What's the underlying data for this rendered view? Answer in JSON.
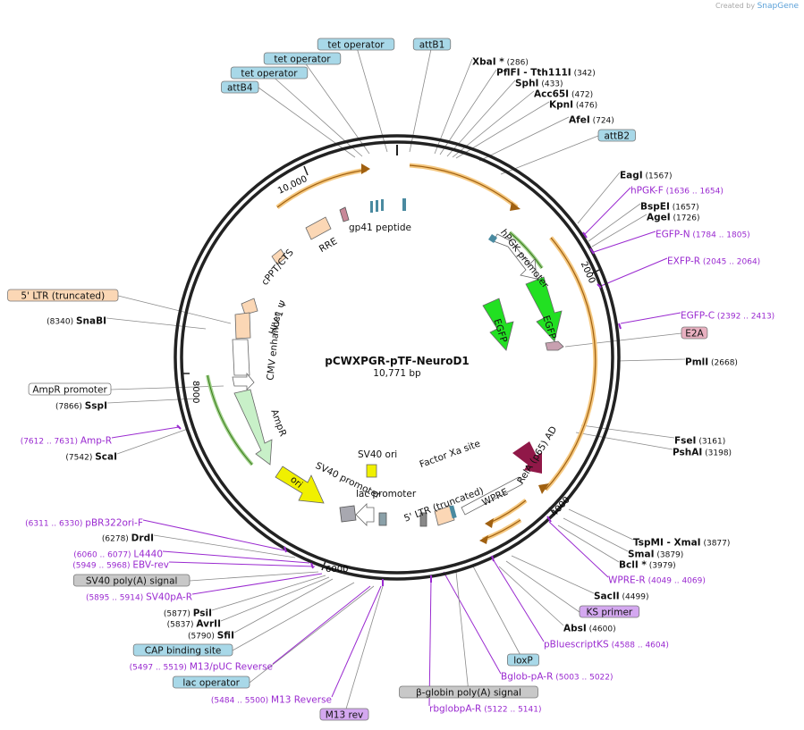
{
  "watermark": {
    "prefix": "Created by",
    "brand": "SnapGene"
  },
  "plasmid": {
    "name": "pCWXPGR-pTF-NeuroD1",
    "length": "10,771 bp"
  },
  "colors": {
    "backbone": "#222222",
    "enzyme_line": "#8a8a8a",
    "primer": "#9a2ad0",
    "feature_box_blue": "#a8d8e8",
    "feature_box_orange": "#fbd7b5",
    "feature_box_purple": "#d4a8f0",
    "feature_box_gray": "#c8c8c8",
    "feature_box_pink": "#e8b0c0",
    "egfp": "#22e022",
    "amp": "#c8f0c8",
    "ori": "#f0f000",
    "rela": "#901848",
    "lentiviral_arc": "#f5c880"
  },
  "ticks": [
    {
      "label": "10,000"
    },
    {
      "label": "2000"
    },
    {
      "label": "4000"
    },
    {
      "label": "6000"
    },
    {
      "label": "8000"
    }
  ],
  "labels": [
    {
      "text": "tet operator",
      "kind": "box",
      "fill": "#a8d8e8"
    },
    {
      "text": "attB1",
      "kind": "box",
      "fill": "#a8d8e8"
    },
    {
      "text": "tet operator",
      "kind": "box",
      "fill": "#a8d8e8"
    },
    {
      "text": "tet operator",
      "kind": "box",
      "fill": "#a8d8e8"
    },
    {
      "text": "attB4",
      "kind": "box",
      "fill": "#a8d8e8"
    },
    {
      "text": "XbaI *",
      "pos": "(286)",
      "kind": "enzyme"
    },
    {
      "text": "PflFI  - Tth111I",
      "pos": "(342)",
      "kind": "enzyme"
    },
    {
      "text": "SphI",
      "pos": "(433)",
      "kind": "enzyme"
    },
    {
      "text": "Acc65I",
      "pos": "(472)",
      "kind": "enzyme"
    },
    {
      "text": "KpnI",
      "pos": "(476)",
      "kind": "enzyme"
    },
    {
      "text": "AfeI",
      "pos": "(724)",
      "kind": "enzyme"
    },
    {
      "text": "attB2",
      "kind": "box",
      "fill": "#a8d8e8"
    },
    {
      "text": "EagI",
      "pos": "(1567)",
      "kind": "enzyme"
    },
    {
      "text": "hPGK-F",
      "pos": "(1636 .. 1654)",
      "kind": "primer"
    },
    {
      "text": "BspEI",
      "pos": "(1657)",
      "kind": "enzyme"
    },
    {
      "text": "AgeI",
      "pos": "(1726)",
      "kind": "enzyme"
    },
    {
      "text": "EGFP-N",
      "pos": "(1784 .. 1805)",
      "kind": "primer"
    },
    {
      "text": "EXFP-R",
      "pos": "(2045 .. 2064)",
      "kind": "primer"
    },
    {
      "text": "EGFP-C",
      "pos": "(2392 .. 2413)",
      "kind": "primer"
    },
    {
      "text": "E2A",
      "kind": "box",
      "fill": "#e8b0c0"
    },
    {
      "text": "PmlI",
      "pos": "(2668)",
      "kind": "enzyme"
    },
    {
      "text": "FseI",
      "pos": "(3161)",
      "kind": "enzyme"
    },
    {
      "text": "PshAI",
      "pos": "(3198)",
      "kind": "enzyme"
    },
    {
      "text": "TspMI  - XmaI",
      "pos": "(3877)",
      "kind": "enzyme"
    },
    {
      "text": "SmaI",
      "pos": "(3879)",
      "kind": "enzyme"
    },
    {
      "text": "BclI *",
      "pos": "(3979)",
      "kind": "enzyme"
    },
    {
      "text": "WPRE-R",
      "pos": "(4049 .. 4069)",
      "kind": "primer"
    },
    {
      "text": "SacII",
      "pos": "(4499)",
      "kind": "enzyme"
    },
    {
      "text": "KS primer",
      "kind": "box",
      "fill": "#d4a8f0"
    },
    {
      "text": "AbsI",
      "pos": "(4600)",
      "kind": "enzyme"
    },
    {
      "text": "pBluescriptKS",
      "pos": "(4588 .. 4604)",
      "kind": "primer"
    },
    {
      "text": "loxP",
      "kind": "box",
      "fill": "#a8d8e8"
    },
    {
      "text": "Bglob-pA-R",
      "pos": "(5003 .. 5022)",
      "kind": "primer"
    },
    {
      "text": "β-globin poly(A) signal",
      "kind": "box",
      "fill": "#c8c8c8"
    },
    {
      "text": "rbglobpA-R",
      "pos": "(5122 .. 5141)",
      "kind": "primer"
    },
    {
      "text": "M13 rev",
      "kind": "box",
      "fill": "#d4a8f0"
    },
    {
      "text": "M13 Reverse",
      "pos": "(5484 .. 5500)",
      "kind": "primer",
      "left": true
    },
    {
      "text": "lac operator",
      "kind": "box",
      "fill": "#a8d8e8"
    },
    {
      "text": "M13/pUC Reverse",
      "pos": "(5497 .. 5519)",
      "kind": "primer",
      "left": true
    },
    {
      "text": "CAP binding site",
      "kind": "box",
      "fill": "#a8d8e8"
    },
    {
      "text": "SfiI",
      "pos": "(5790)",
      "kind": "enzyme",
      "left": true
    },
    {
      "text": "AvrII",
      "pos": "(5837)",
      "kind": "enzyme",
      "left": true
    },
    {
      "text": "PsiI",
      "pos": "(5877)",
      "kind": "enzyme",
      "left": true
    },
    {
      "text": "SV40pA-R",
      "pos": "(5895 .. 5914)",
      "kind": "primer",
      "left": true
    },
    {
      "text": "SV40 poly(A) signal",
      "kind": "box",
      "fill": "#c8c8c8"
    },
    {
      "text": "EBV-rev",
      "pos": "(5949 .. 5968)",
      "kind": "primer",
      "left": true
    },
    {
      "text": "L4440",
      "pos": "(6060 .. 6077)",
      "kind": "primer",
      "left": true
    },
    {
      "text": "DrdI",
      "pos": "(6278)",
      "kind": "enzyme",
      "left": true
    },
    {
      "text": "pBR322ori-F",
      "pos": "(6311 .. 6330)",
      "kind": "primer",
      "left": true
    },
    {
      "text": "ScaI",
      "pos": "(7542)",
      "kind": "enzyme",
      "left": true
    },
    {
      "text": "Amp-R",
      "pos": "(7612 .. 7631)",
      "kind": "primer",
      "left": true
    },
    {
      "text": "SspI",
      "pos": "(7866)",
      "kind": "enzyme",
      "left": true
    },
    {
      "text": "AmpR promoter",
      "kind": "box",
      "fill": "#ffffff"
    },
    {
      "text": "SnaBI",
      "pos": "(8340)",
      "kind": "enzyme",
      "left": true
    },
    {
      "text": "5' LTR (truncated)",
      "kind": "box",
      "fill": "#fbd7b5"
    }
  ],
  "inner_labels": [
    {
      "text": "gp41 peptide"
    },
    {
      "text": "RRE"
    },
    {
      "text": "cPPT/CTS"
    },
    {
      "text": "HIV-1 Ψ"
    },
    {
      "text": "CMV enhancer"
    },
    {
      "text": "AmpR"
    },
    {
      "text": "ori"
    },
    {
      "text": "SV40 promoter"
    },
    {
      "text": "SV40 ori"
    },
    {
      "text": "lac promoter"
    },
    {
      "text": "Factor Xa site"
    },
    {
      "text": "5' LTR (truncated)"
    },
    {
      "text": "WPRE"
    },
    {
      "text": "RelA (p65) AD"
    },
    {
      "text": "hPGK promoter"
    },
    {
      "text": "EGFP"
    },
    {
      "text": "EGFP"
    }
  ]
}
